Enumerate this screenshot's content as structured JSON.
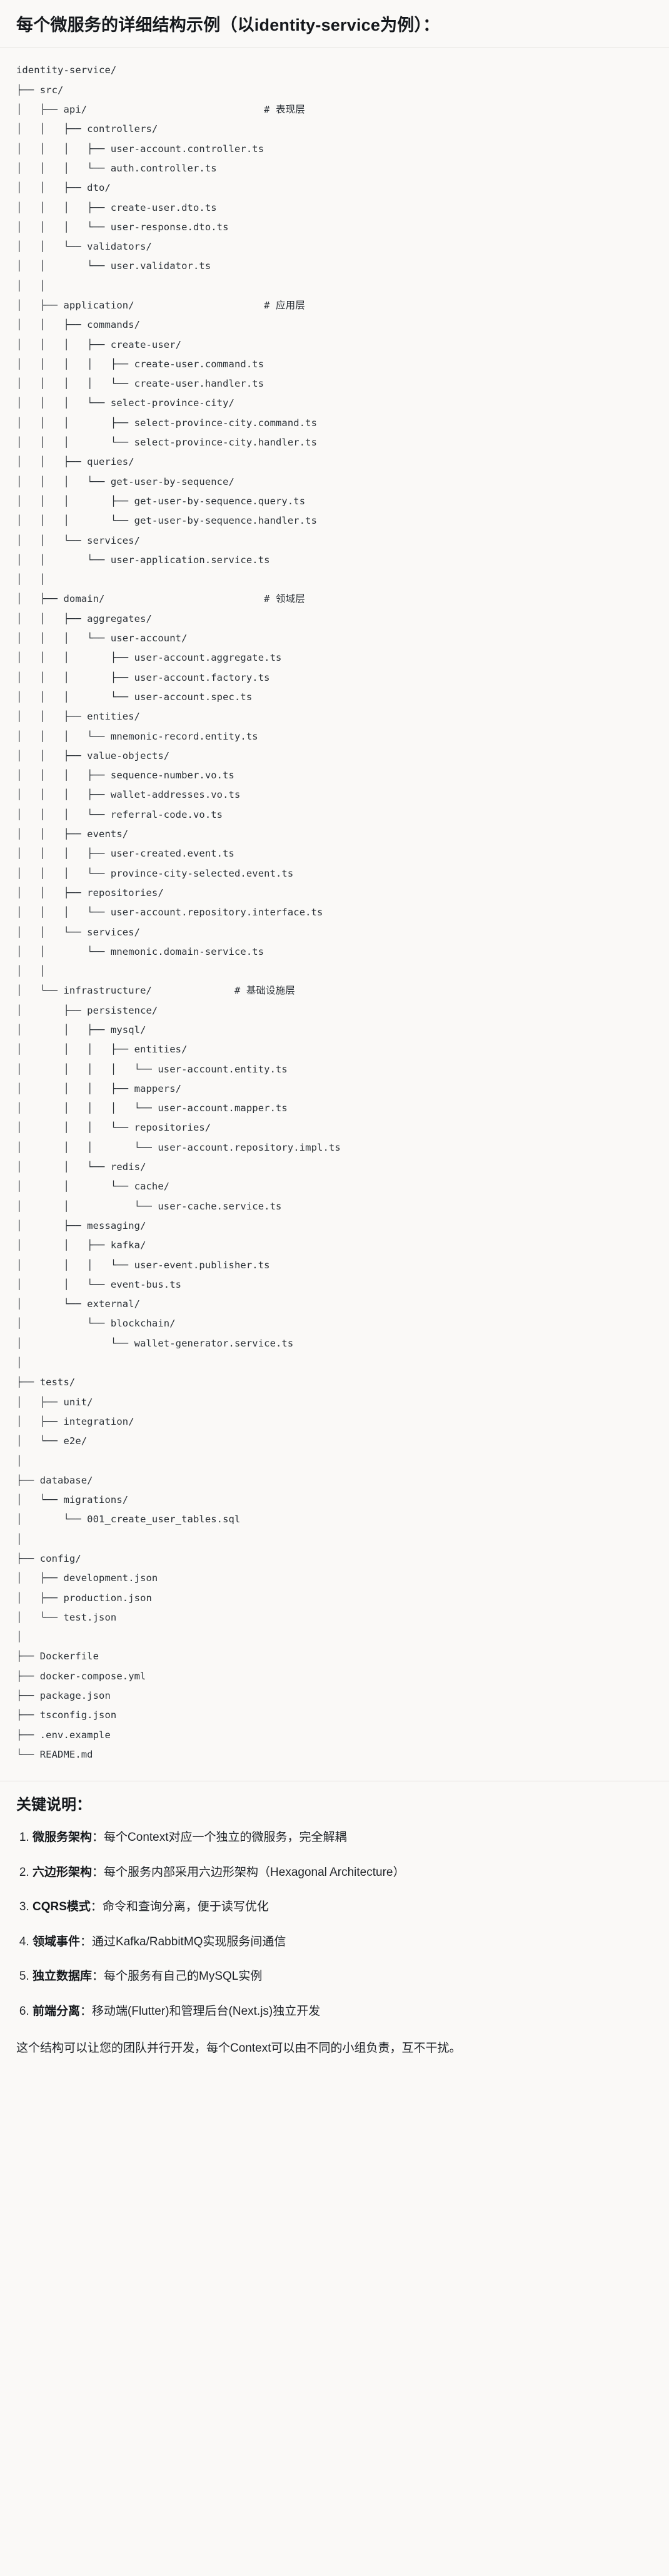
{
  "header": {
    "title": "每个微服务的详细结构示例（以identity-service为例）："
  },
  "tree": {
    "root": "identity-service/",
    "text": "identity-service/\n├── src/\n│   ├── api/                              # 表现层\n│   │   ├── controllers/\n│   │   │   ├── user-account.controller.ts\n│   │   │   └── auth.controller.ts\n│   │   ├── dto/\n│   │   │   ├── create-user.dto.ts\n│   │   │   └── user-response.dto.ts\n│   │   └── validators/\n│   │       └── user.validator.ts\n│   │\n│   ├── application/                      # 应用层\n│   │   ├── commands/\n│   │   │   ├── create-user/\n│   │   │   │   ├── create-user.command.ts\n│   │   │   │   └── create-user.handler.ts\n│   │   │   └── select-province-city/\n│   │   │       ├── select-province-city.command.ts\n│   │   │       └── select-province-city.handler.ts\n│   │   ├── queries/\n│   │   │   └── get-user-by-sequence/\n│   │   │       ├── get-user-by-sequence.query.ts\n│   │   │       └── get-user-by-sequence.handler.ts\n│   │   └── services/\n│   │       └── user-application.service.ts\n│   │\n│   ├── domain/                           # 领域层\n│   │   ├── aggregates/\n│   │   │   └── user-account/\n│   │   │       ├── user-account.aggregate.ts\n│   │   │       ├── user-account.factory.ts\n│   │   │       └── user-account.spec.ts\n│   │   ├── entities/\n│   │   │   └── mnemonic-record.entity.ts\n│   │   ├── value-objects/\n│   │   │   ├── sequence-number.vo.ts\n│   │   │   ├── wallet-addresses.vo.ts\n│   │   │   └── referral-code.vo.ts\n│   │   ├── events/\n│   │   │   ├── user-created.event.ts\n│   │   │   └── province-city-selected.event.ts\n│   │   ├── repositories/\n│   │   │   └── user-account.repository.interface.ts\n│   │   └── services/\n│   │       └── mnemonic.domain-service.ts\n│   │\n│   └── infrastructure/              # 基础设施层\n│       ├── persistence/\n│       │   ├── mysql/\n│       │   │   ├── entities/\n│       │   │   │   └── user-account.entity.ts\n│       │   │   ├── mappers/\n│       │   │   │   └── user-account.mapper.ts\n│       │   │   └── repositories/\n│       │   │       └── user-account.repository.impl.ts\n│       │   └── redis/\n│       │       └── cache/\n│       │           └── user-cache.service.ts\n│       ├── messaging/\n│       │   ├── kafka/\n│       │   │   └── user-event.publisher.ts\n│       │   └── event-bus.ts\n│       └── external/\n│           └── blockchain/\n│               └── wallet-generator.service.ts\n│\n├── tests/\n│   ├── unit/\n│   ├── integration/\n│   └── e2e/\n│\n├── database/\n│   └── migrations/\n│       └── 001_create_user_tables.sql\n│\n├── config/\n│   ├── development.json\n│   ├── production.json\n│   └── test.json\n│\n├── Dockerfile\n├── docker-compose.yml\n├── package.json\n├── tsconfig.json\n├── .env.example\n└── README.md",
    "layer_comments": [
      {
        "path": "api/",
        "comment": "# 表现层"
      },
      {
        "path": "application/",
        "comment": "# 应用层"
      },
      {
        "path": "domain/",
        "comment": "# 领域层"
      },
      {
        "path": "infrastructure/",
        "comment": "# 基础设施层"
      }
    ]
  },
  "notes": {
    "heading": "关键说明：",
    "items": [
      {
        "term": "微服务架构",
        "sep": "：",
        "desc": "每个Context对应一个独立的微服务，完全解耦"
      },
      {
        "term": "六边形架构",
        "sep": "：",
        "desc": "每个服务内部采用六边形架构（Hexagonal Architecture）"
      },
      {
        "term": "CQRS模式",
        "sep": "：",
        "desc": "命令和查询分离，便于读写优化"
      },
      {
        "term": "领域事件",
        "sep": "：",
        "desc": "通过Kafka/RabbitMQ实现服务间通信"
      },
      {
        "term": "独立数据库",
        "sep": "：",
        "desc": "每个服务有自己的MySQL实例"
      },
      {
        "term": "前端分离",
        "sep": "：",
        "desc": "移动端(Flutter)和管理后台(Next.js)独立开发"
      }
    ]
  },
  "footer": {
    "text": "这个结构可以让您的团队并行开发，每个Context可以由不同的小组负责，互不干扰。"
  }
}
